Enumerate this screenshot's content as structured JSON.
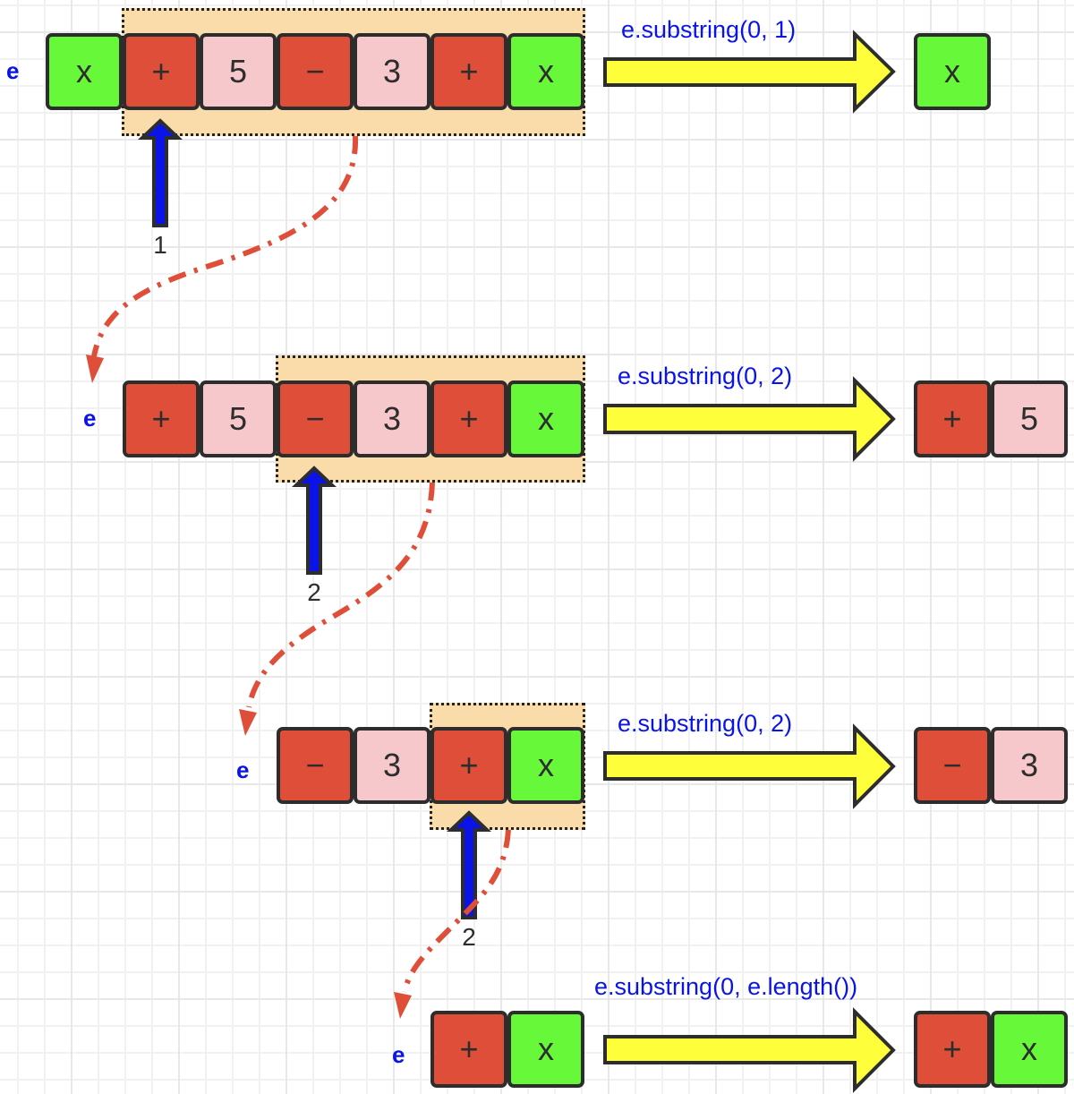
{
  "diagram": {
    "colors": {
      "var": "#66f839",
      "op": "#de4e38",
      "num": "#f7c8cb",
      "highlight": "#f9dcaa",
      "pointer": "#0a14e8",
      "transform_arrow": "#fefe3a",
      "flow_arrow": "#de4e38",
      "label": "#0a14e8"
    },
    "steps": [
      {
        "var_label": "e",
        "cells": [
          {
            "text": "x",
            "kind": "var"
          },
          {
            "text": "+",
            "kind": "op"
          },
          {
            "text": "5",
            "kind": "num"
          },
          {
            "text": "−",
            "kind": "op"
          },
          {
            "text": "3",
            "kind": "num"
          },
          {
            "text": "+",
            "kind": "op"
          },
          {
            "text": "x",
            "kind": "var"
          }
        ],
        "pointer_label": "1",
        "operation": "e.substring(0, 1)",
        "result": [
          {
            "text": "x",
            "kind": "var"
          }
        ]
      },
      {
        "var_label": "e",
        "cells": [
          {
            "text": "+",
            "kind": "op"
          },
          {
            "text": "5",
            "kind": "num"
          },
          {
            "text": "−",
            "kind": "op"
          },
          {
            "text": "3",
            "kind": "num"
          },
          {
            "text": "+",
            "kind": "op"
          },
          {
            "text": "x",
            "kind": "var"
          }
        ],
        "pointer_label": "2",
        "operation": "e.substring(0, 2)",
        "result": [
          {
            "text": "+",
            "kind": "op"
          },
          {
            "text": "5",
            "kind": "num"
          }
        ]
      },
      {
        "var_label": "e",
        "cells": [
          {
            "text": "−",
            "kind": "op"
          },
          {
            "text": "3",
            "kind": "num"
          },
          {
            "text": "+",
            "kind": "op"
          },
          {
            "text": "x",
            "kind": "var"
          }
        ],
        "pointer_label": "2",
        "operation": "e.substring(0, 2)",
        "result": [
          {
            "text": "−",
            "kind": "op"
          },
          {
            "text": "3",
            "kind": "num"
          }
        ]
      },
      {
        "var_label": "e",
        "cells": [
          {
            "text": "+",
            "kind": "op"
          },
          {
            "text": "x",
            "kind": "var"
          }
        ],
        "operation": "e.substring(0, e.length())",
        "result": [
          {
            "text": "+",
            "kind": "op"
          },
          {
            "text": "x",
            "kind": "var"
          }
        ]
      }
    ]
  }
}
